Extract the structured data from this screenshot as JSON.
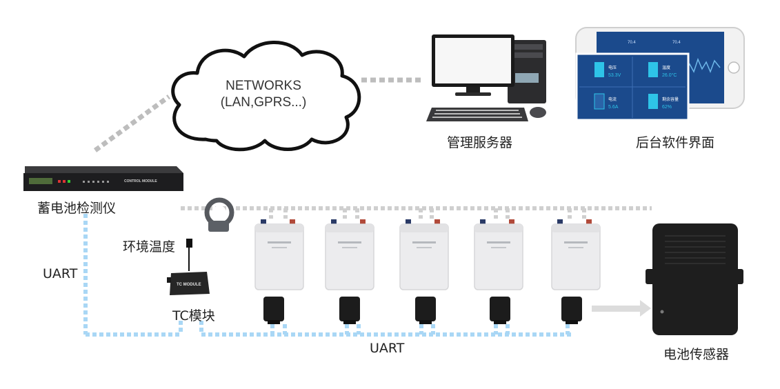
{
  "cloud": {
    "line1": "NETWORKS",
    "line2": "(LAN,GPRS...)"
  },
  "labels": {
    "server": "管理服务器",
    "software_ui": "后台软件界面",
    "monitor": "蓄电池检测仪",
    "ambient_temp": "环境温度",
    "tc_module": "TC模块",
    "uart_left": "UART",
    "uart_bottom": "UART",
    "battery_sensor": "电池传感器"
  },
  "device_text": {
    "control_module": "CONTROL MODULE",
    "tc_module": "TC MODULE"
  },
  "dashboard": {
    "top_left_readout": "70.4",
    "top_right_readout": "70.4",
    "tiles": [
      {
        "label": "电压",
        "value": "53.3V"
      },
      {
        "label": "温度",
        "value": "26.0°C"
      },
      {
        "label": "电流",
        "value": "5.6A"
      },
      {
        "label": "剩余容量",
        "value": "62%"
      }
    ]
  },
  "colors": {
    "uart_line": "#a9d7f5",
    "network_line": "#bdbdbd",
    "dashboard_bg": "#1b4a8c",
    "dashboard_accent": "#2ec4e8"
  }
}
